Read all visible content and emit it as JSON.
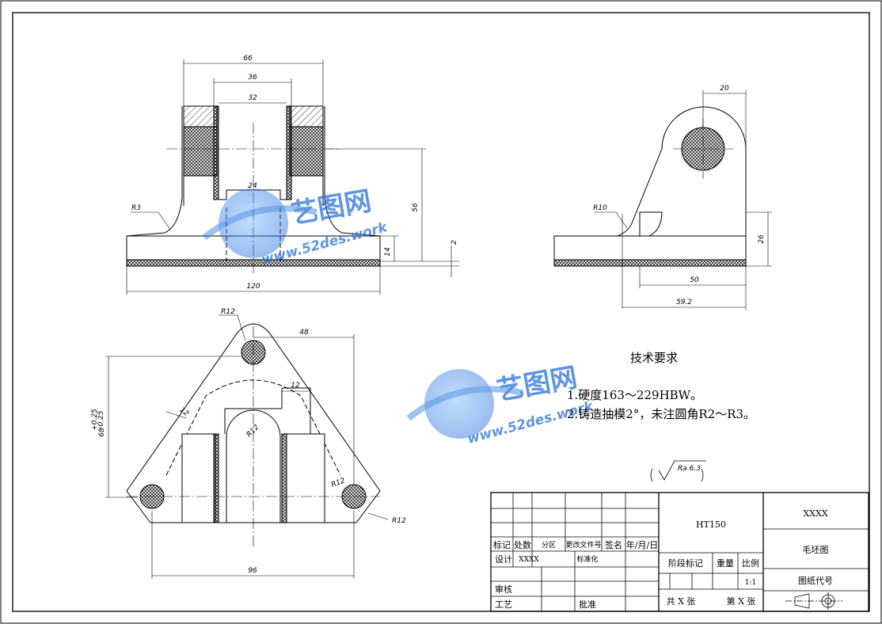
{
  "dimensions": {
    "front_66": "66",
    "front_36": "36",
    "front_32": "32",
    "front_24": "24",
    "front_56": "56",
    "front_14": "14",
    "front_2": "2",
    "front_120": "120",
    "front_r3": "R3",
    "side_20": "20",
    "side_r10": "R10",
    "side_26": "26",
    "side_50": "50",
    "side_59_2": "59.2",
    "top_r12_a": "R12",
    "top_48": "48",
    "top_12_a": "12",
    "top_12_b": "12",
    "top_68": "68",
    "top_68_tol_upper": "+0.25",
    "top_68_tol_lower": "-0.25",
    "top_r12_b": "R12",
    "top_r12_c": "R12",
    "top_r12_d": "R12",
    "top_96": "96"
  },
  "tech": {
    "title": "技术要求",
    "line1": "1.硬度163～229HBW。",
    "line2": "2.铸造抽模2°，未注圆角R2～R3。"
  },
  "roughness": "Ra 6.3",
  "watermark": {
    "brand": "艺图网",
    "url": "www.52des.work"
  },
  "title_block": {
    "material": "HT150",
    "company": "XXXX",
    "drawing_name": "毛坯图",
    "drawing_code_label": "图纸代号",
    "h_mark": "标记",
    "h_count": "处数",
    "h_zone": "分区",
    "h_doc": "更改文件号",
    "h_sign": "签名",
    "h_date": "年/月/日",
    "design": "设计",
    "designer": "XXXX",
    "standard": "标准化",
    "stage": "阶段标记",
    "weight": "重量",
    "ratio": "比例",
    "ratio_value": "1:1",
    "review": "审核",
    "process": "工艺",
    "approve": "批准",
    "total": "共 X 张",
    "sheet": "第 X 张"
  }
}
